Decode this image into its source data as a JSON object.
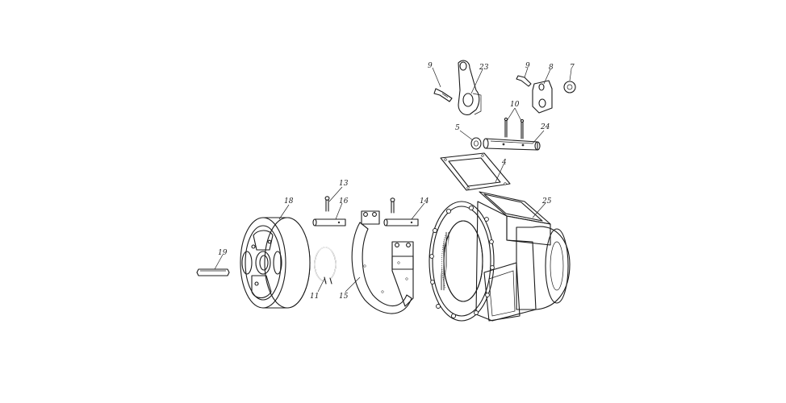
{
  "diagram": {
    "background": "#ffffff",
    "ink_color": "#1b1b1b",
    "parts": [
      {
        "id": "p9a",
        "label": "9"
      },
      {
        "id": "p23",
        "label": "23"
      },
      {
        "id": "p9b",
        "label": "9"
      },
      {
        "id": "p8",
        "label": "8"
      },
      {
        "id": "p7",
        "label": "7"
      },
      {
        "id": "p10",
        "label": "10"
      },
      {
        "id": "p5",
        "label": "5"
      },
      {
        "id": "p24",
        "label": "24"
      },
      {
        "id": "p4",
        "label": "4"
      },
      {
        "id": "p25",
        "label": "25"
      },
      {
        "id": "p13",
        "label": "13"
      },
      {
        "id": "p16",
        "label": "16"
      },
      {
        "id": "p14",
        "label": "14"
      },
      {
        "id": "p18",
        "label": "18"
      },
      {
        "id": "p19",
        "label": "19"
      },
      {
        "id": "p11",
        "label": "11"
      },
      {
        "id": "p15",
        "label": "15"
      }
    ]
  }
}
